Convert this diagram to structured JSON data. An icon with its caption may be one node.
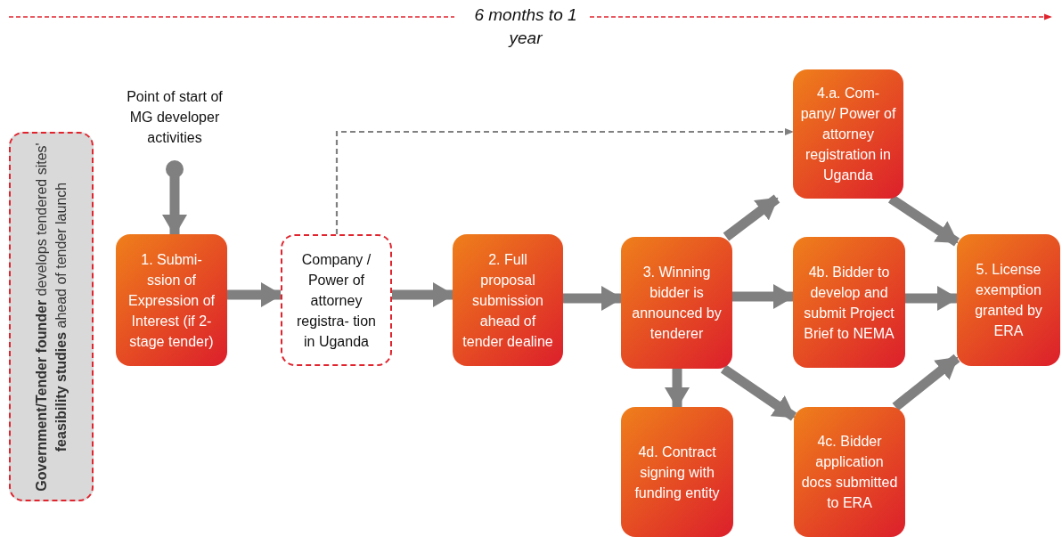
{
  "diagram": {
    "nodes": [
      {
        "text": [
          "**Government/Tender founder** develops tendered sites' **feasibility studies** ahead of tender launch"
        ]
      },
      {
        "text": [
          "Point of start of MG developer activities"
        ]
      },
      {
        "text": [
          "1. Submi- ssion of Expression of Interest (if 2-stage tender)"
        ]
      },
      {
        "text": [
          "Company / Power of attorney registra- tion in Uganda"
        ]
      },
      {
        "text": [
          "2. Full proposal submission ahead of tender dealine"
        ]
      },
      {
        "text": [
          "3. Winning bidder is announced by tenderer"
        ]
      },
      {
        "text": [
          "4.a. Com- pany/ Power of attorney registration in Uganda"
        ]
      },
      {
        "text": [
          "4b. Bidder to develop and submit Project Brief to NEMA"
        ]
      },
      {
        "text": [
          "4c. Bidder application docs submitted to ERA"
        ]
      },
      {
        "text": [
          "4d. Contract signing with funding entity"
        ]
      },
      {
        "text": [
          "5. License exemption granted by ERA"
        ]
      }
    ],
    "edges": [
      {
        "from": 1,
        "to": 2,
        "arrow": "to"
      },
      {
        "from": 2,
        "to": 3,
        "arrow": "to"
      },
      {
        "from": 3,
        "to": 4,
        "arrow": "to"
      },
      {
        "from": 3,
        "to": 6,
        "arrow": "to",
        "style": "dashed"
      },
      {
        "from": 4,
        "to": 5,
        "arrow": "to"
      },
      {
        "from": 5,
        "to": 6,
        "arrow": "to"
      },
      {
        "from": 5,
        "to": 7,
        "arrow": "to"
      },
      {
        "from": 5,
        "to": 8,
        "arrow": "to"
      },
      {
        "from": 5,
        "to": 9,
        "arrow": "to"
      },
      {
        "from": 6,
        "to": 10,
        "arrow": "to"
      },
      {
        "from": 7,
        "to": 10,
        "arrow": "to"
      },
      {
        "from": 8,
        "to": 10,
        "arrow": "to"
      }
    ],
    "labels": [
      "6 months to 1 year"
    ]
  }
}
